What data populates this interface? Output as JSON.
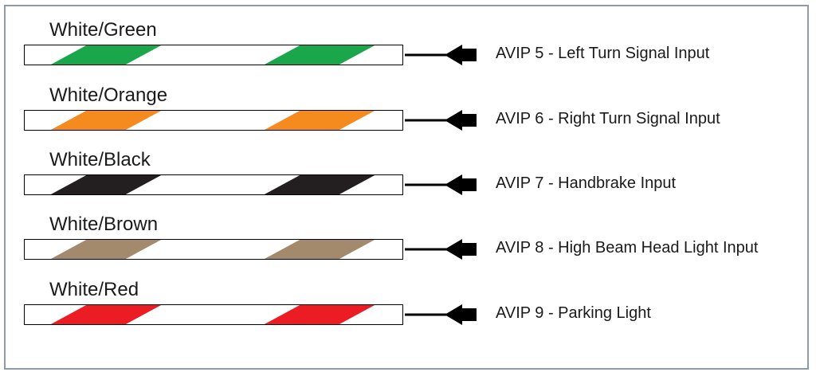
{
  "wires": [
    {
      "label": "White/Green",
      "description": "AVIP 5 - Left Turn Signal Input",
      "color": "#1aa64a"
    },
    {
      "label": "White/Orange",
      "description": "AVIP 6 - Right Turn Signal Input",
      "color": "#f58a1f"
    },
    {
      "label": "White/Black",
      "description": "AVIP 7 - Handbrake Input",
      "color": "#231f20"
    },
    {
      "label": "White/Brown",
      "description": "AVIP 8 - High Beam Head Light Input",
      "color": "#a48a6c"
    },
    {
      "label": "White/Red",
      "description": "AVIP 9 - Parking Light",
      "color": "#ec1c24"
    }
  ]
}
